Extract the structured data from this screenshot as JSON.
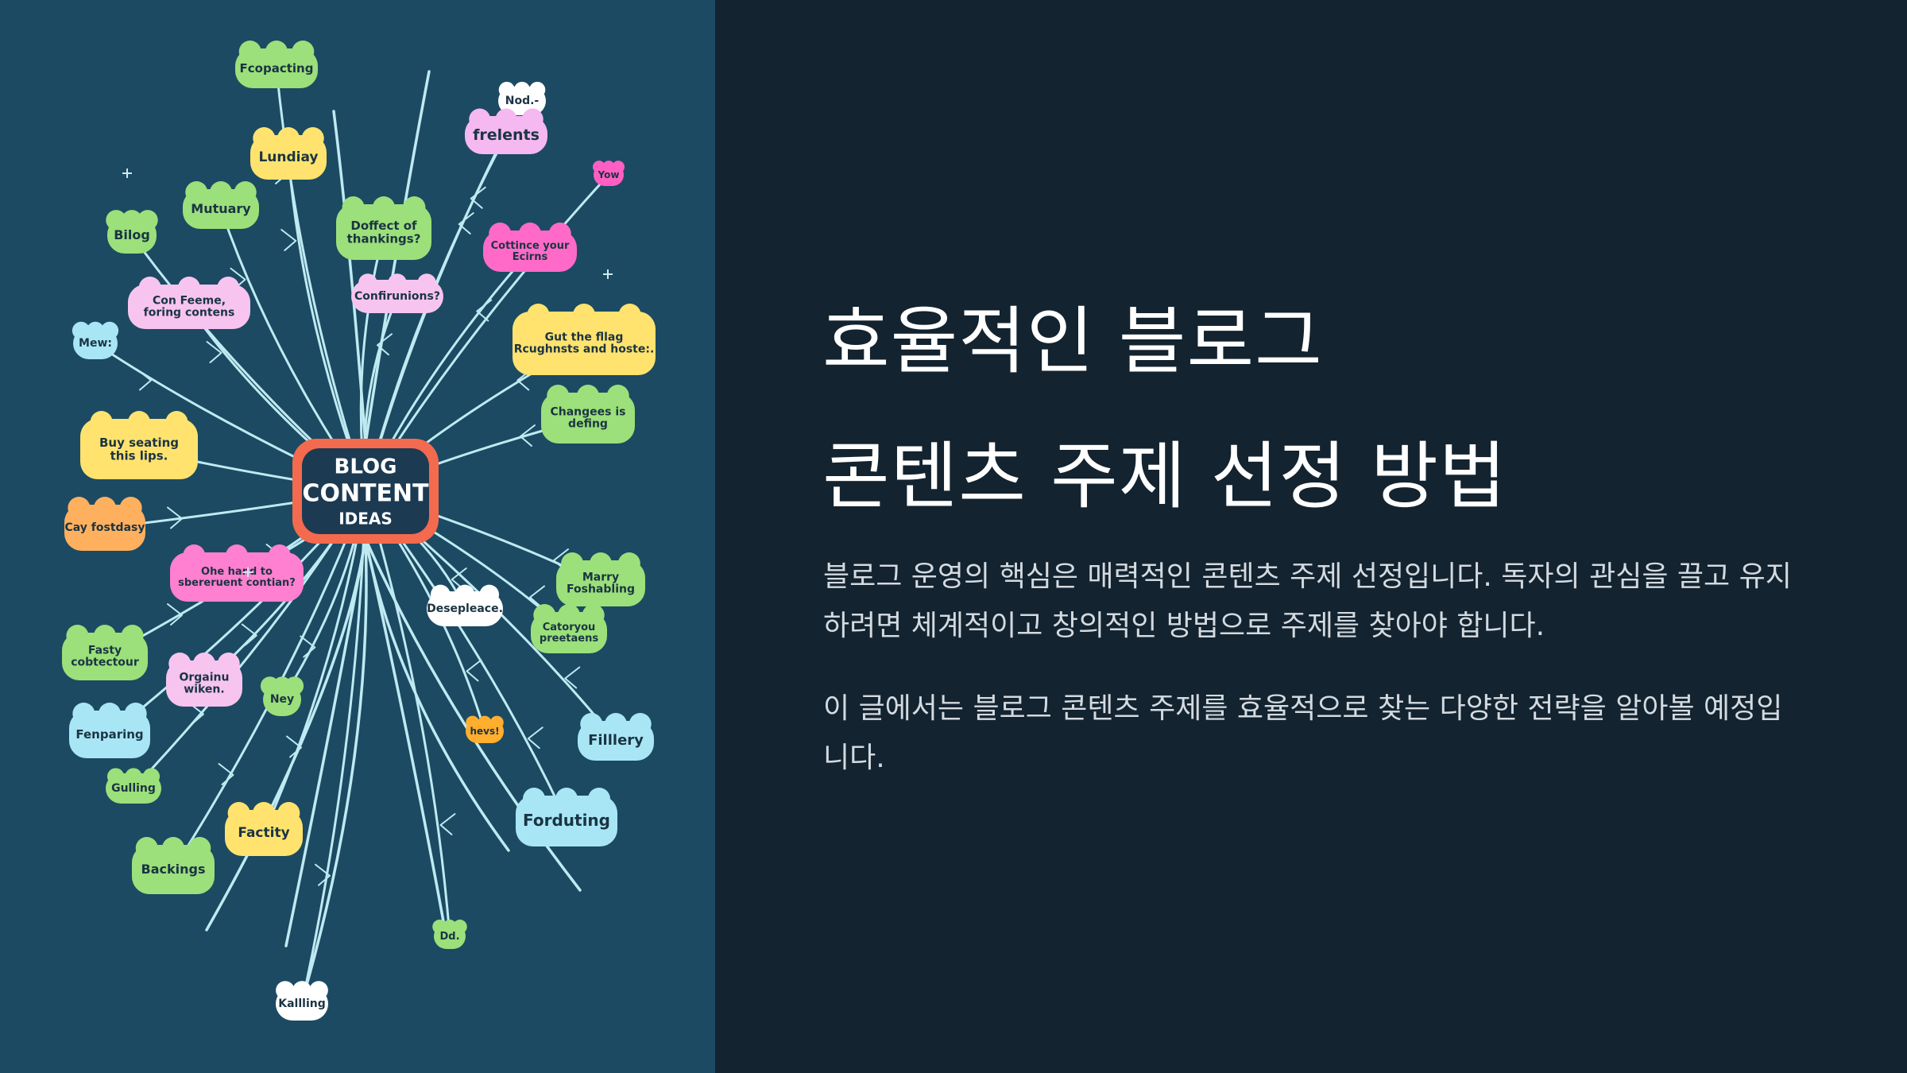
{
  "slide": {
    "title": "효율적인 블로그\n 콘텐츠 주제 선정 방법",
    "paragraphs": [
      "블로그 운영의 핵심은 매력적인 콘텐츠 주제 선정입니다. 독자의 관심을 끌고 유지하려면 체계적이고 창의적인 방법으로 주제를 찾아야 합니다.",
      "이 글에서는 블로그 콘텐츠 주제를 효율적으로 찾는 다양한 전략을 알아볼 예정입니다."
    ]
  },
  "illustration": {
    "central": [
      "BLOG",
      "CONTENT",
      "IDEAS"
    ],
    "bubbles": [
      {
        "text": "Fcopacting",
        "color": "#9be07a"
      },
      {
        "text": "Nod.-",
        "color": "#ffffff"
      },
      {
        "text": "frelents",
        "color": "#f5b8f0"
      },
      {
        "text": "Yow",
        "color": "#ff5fc3"
      },
      {
        "text": "Lundiay",
        "color": "#ffe36e"
      },
      {
        "text": "Mutuary",
        "color": "#9be07a"
      },
      {
        "text": "Bilog",
        "color": "#9be07a"
      },
      {
        "text": "Doffect of thankings?",
        "color": "#9be07a"
      },
      {
        "text": "Cottince your Ecirns",
        "color": "#ff6ac8"
      },
      {
        "text": "Con Feeme, foring contens",
        "color": "#f7c4f0"
      },
      {
        "text": "Confirunions?",
        "color": "#f7c4f0"
      },
      {
        "text": "Mew:",
        "color": "#a8e6f5"
      },
      {
        "text": "Gut the fllag Rcughnsts and hoste:.",
        "color": "#ffe36e"
      },
      {
        "text": "Changees is defing",
        "color": "#9be07a"
      },
      {
        "text": "Buy seating this lips.",
        "color": "#ffe36e"
      },
      {
        "text": "Cay fostdasy",
        "color": "#ffb05e"
      },
      {
        "text": "Ohe hand to sbereruent contian?",
        "color": "#ff7fd0"
      },
      {
        "text": "Marry Foshabling",
        "color": "#9be07a"
      },
      {
        "text": "Desepleace.",
        "color": "#ffffff"
      },
      {
        "text": "Catoryou preetaens",
        "color": "#9be07a"
      },
      {
        "text": "Fasty cobtectour",
        "color": "#9be07a"
      },
      {
        "text": "Orgainu wiken.",
        "color": "#f7c4f0"
      },
      {
        "text": "Ney",
        "color": "#9be07a"
      },
      {
        "text": "Fenparing",
        "color": "#a8e6f5"
      },
      {
        "text": "hevs!",
        "color": "#ffae2e"
      },
      {
        "text": "Filllery",
        "color": "#a8e6f5"
      },
      {
        "text": "Gulling",
        "color": "#9be07a"
      },
      {
        "text": "Factity",
        "color": "#ffe36e"
      },
      {
        "text": "Forduting",
        "color": "#a8e6f5"
      },
      {
        "text": "Backings",
        "color": "#9be07a"
      },
      {
        "text": "Dd.",
        "color": "#9be07a"
      },
      {
        "text": "Kallling",
        "color": "#ffffff"
      }
    ]
  }
}
